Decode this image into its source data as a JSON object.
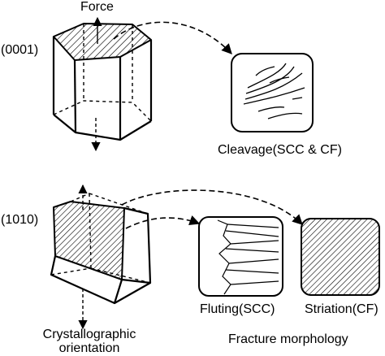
{
  "labels": {
    "force": "Force",
    "plane_top": "(0001)",
    "plane_bottom": "(1010)",
    "cleavage": "Cleavage(SCC & CF)",
    "fluting": "Fluting(SCC)",
    "striation": "Striation(CF)",
    "crystallographic_line1": "Crystallographic",
    "crystallographic_line2": "orientation",
    "fracture_morphology": "Fracture morphology"
  },
  "colors": {
    "stroke": "#000000",
    "background": "#ffffff"
  },
  "icons": {
    "hatch_pattern": "diagonal-hatch",
    "arrow": "arrowhead"
  }
}
